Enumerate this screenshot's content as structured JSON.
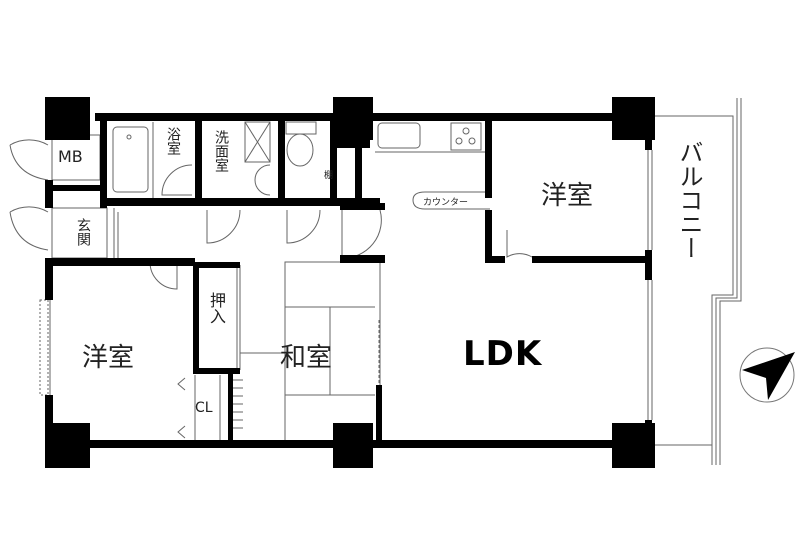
{
  "floor_plan": {
    "rooms": [
      {
        "id": "western-room-left",
        "label": "洋室"
      },
      {
        "id": "japanese-room",
        "label": "和室"
      },
      {
        "id": "ldk",
        "label": "LDK"
      },
      {
        "id": "western-room-right",
        "label": "洋室"
      },
      {
        "id": "bathroom",
        "label": "浴室"
      },
      {
        "id": "washroom",
        "label": "洗面室"
      },
      {
        "id": "entrance",
        "label": "玄関"
      },
      {
        "id": "meter-box",
        "label": "MB"
      },
      {
        "id": "closet-oshiire",
        "label": "押入"
      },
      {
        "id": "closet-cl",
        "label": "CL"
      },
      {
        "id": "shelf",
        "label": "棚"
      },
      {
        "id": "balcony",
        "label": "バルコニー"
      }
    ],
    "fixtures": {
      "counter_label": "カウンター"
    },
    "compass": {
      "icon": "north-arrow-icon"
    },
    "colors": {
      "wall": "#000000",
      "line": "#555555",
      "text": "#222222"
    }
  }
}
